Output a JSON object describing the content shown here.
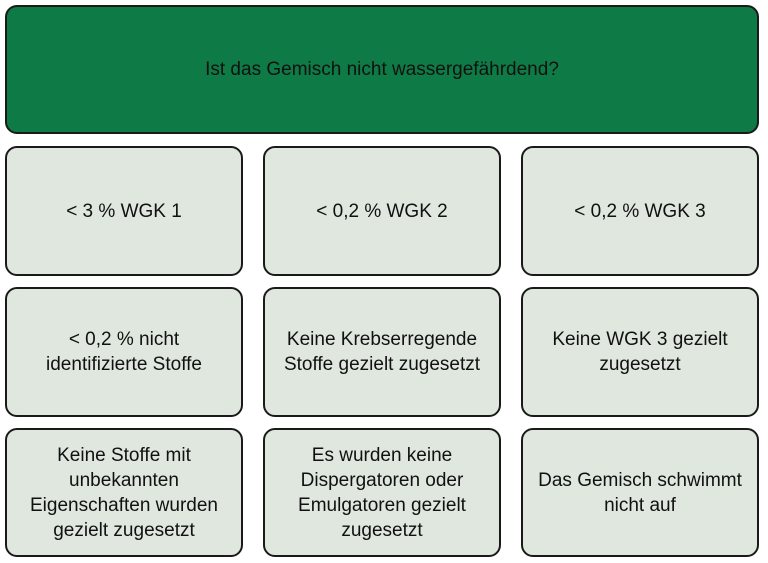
{
  "header": {
    "question": "Ist das Gemisch nicht wassergefährdend?"
  },
  "criteria": [
    "< 3 % WGK 1",
    "< 0,2 % WGK 2",
    "< 0,2 % WGK 3",
    "< 0,2 % nicht identifizierte Stoffe",
    "Keine Krebserregende Stoffe gezielt zugesetzt",
    "Keine WGK 3 gezielt zugesetzt",
    "Keine Stoffe mit unbekannten Eigenschaften wurden gezielt zugesetzt",
    "Es wurden keine Dispergatoren oder Emulgatoren gezielt zugesetzt",
    "Das Gemisch schwimmt nicht auf"
  ],
  "colors": {
    "header_fill": "#0e7a45",
    "card_fill": "#dfe7df",
    "border": "#1a1a1a"
  }
}
